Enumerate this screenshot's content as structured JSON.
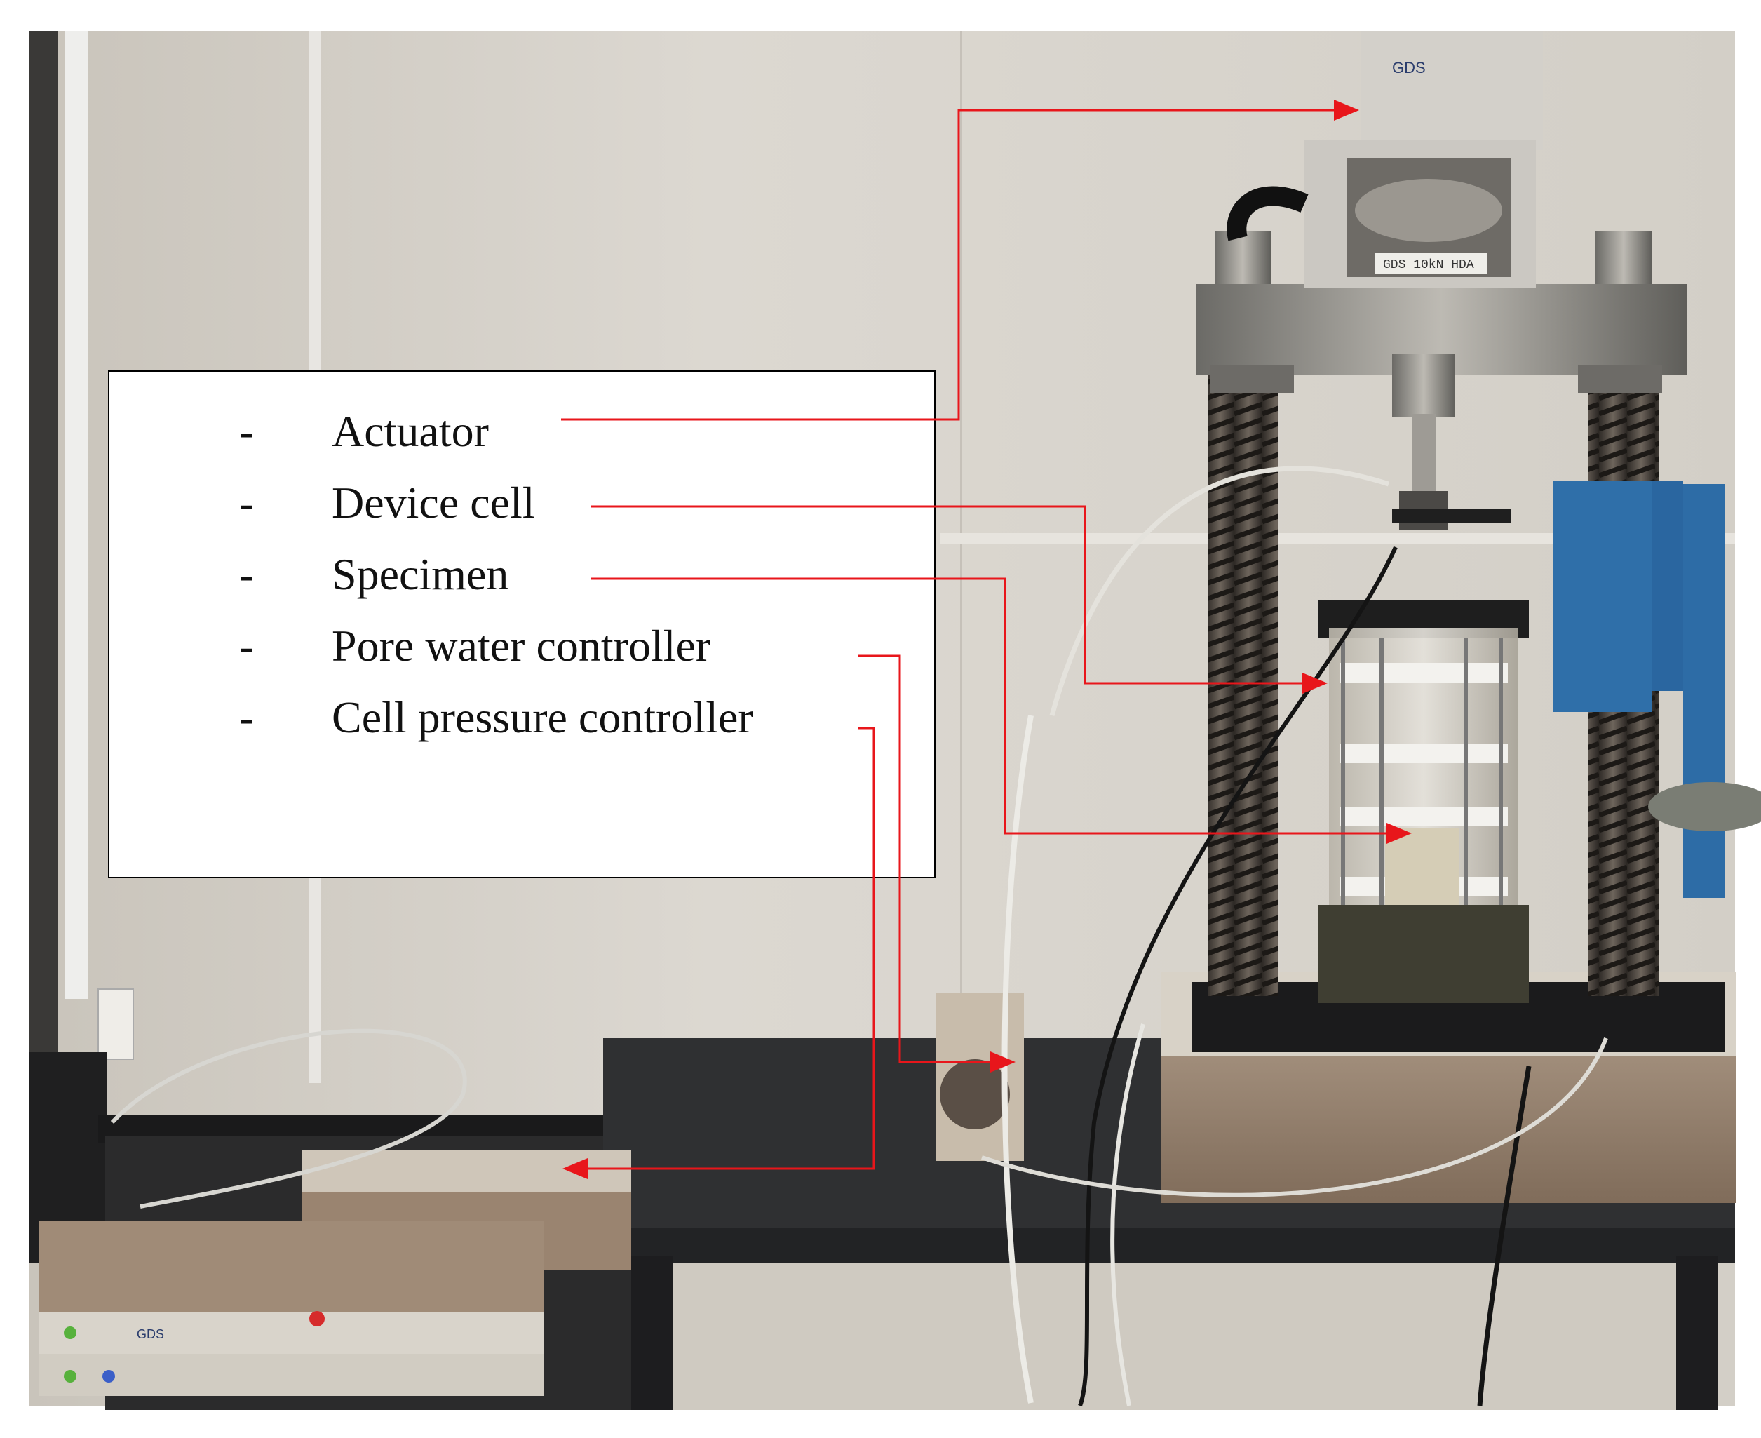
{
  "figure": {
    "legend": {
      "items": [
        {
          "dash": "-",
          "label": "Actuator"
        },
        {
          "dash": "-",
          "label": "Device cell"
        },
        {
          "dash": "-",
          "label": "Specimen"
        },
        {
          "dash": "-",
          "label": "Pore water controller"
        },
        {
          "dash": "-",
          "label": "Cell pressure controller"
        }
      ]
    },
    "photo_labels": {
      "actuator_brand": "GDS",
      "actuator_plate": "GDS 10kN HDA",
      "controller_brand": "GDS"
    },
    "colors": {
      "arrow": "#e8161b",
      "wall": "#d9d5ce",
      "bench": "#2f3032",
      "actuator_housing": "#cfccc6",
      "controller_body": "#9a8470"
    }
  }
}
